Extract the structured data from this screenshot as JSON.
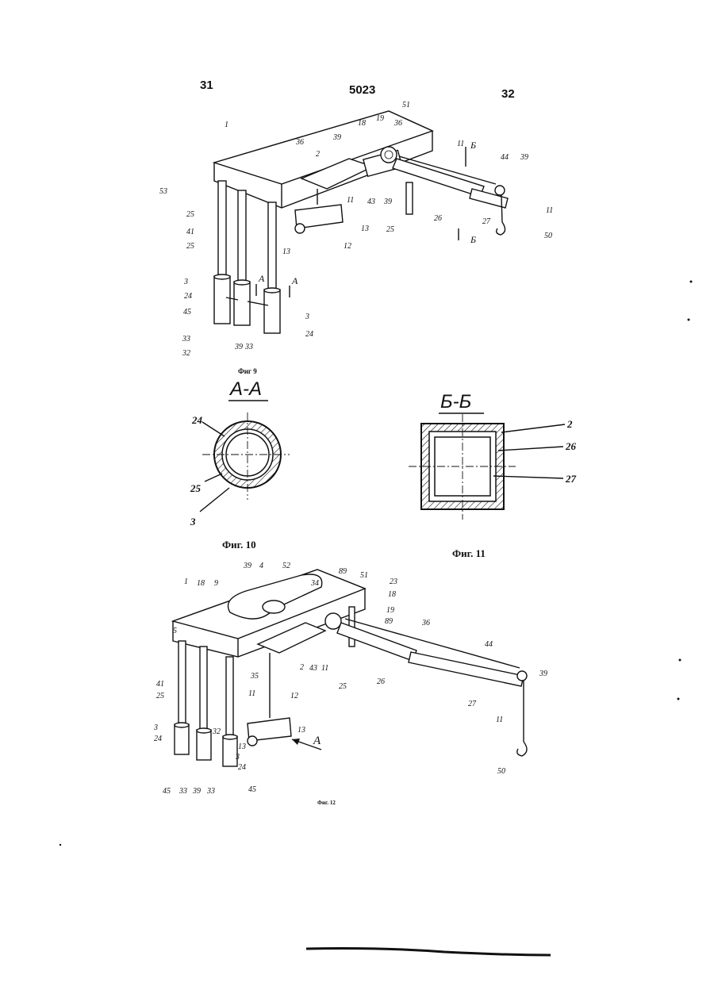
{
  "header": {
    "left_page": "31",
    "doc_number": "5023",
    "right_page": "32"
  },
  "figures": {
    "fig9": {
      "caption": "Фиг 9",
      "labels": [
        "1",
        "51",
        "2",
        "36",
        "39",
        "18",
        "19",
        "36",
        "11",
        "Б",
        "44",
        "39",
        "53",
        "25",
        "41",
        "25",
        "11",
        "13",
        "12",
        "13",
        "43",
        "39",
        "25",
        "26",
        "27",
        "11",
        "50",
        "Б",
        "3",
        "24",
        "45",
        "33",
        "32",
        "39",
        "33",
        "А",
        "А",
        "3",
        "24"
      ]
    },
    "fig10": {
      "section": "А-А",
      "caption": "Фиг. 10",
      "labels": [
        "24",
        "25",
        "3"
      ]
    },
    "fig11": {
      "section": "Б-Б",
      "caption": "Фиг. 11",
      "labels": [
        "2",
        "26",
        "27"
      ]
    },
    "fig12": {
      "caption": "Фиг. 12",
      "labels": [
        "1",
        "18",
        "9",
        "39",
        "4",
        "52",
        "89",
        "51",
        "23",
        "18",
        "19",
        "89",
        "34",
        "36",
        "44",
        "39",
        "5",
        "2",
        "43",
        "11",
        "25",
        "26",
        "27",
        "11",
        "50",
        "41",
        "25",
        "35",
        "11",
        "12",
        "13",
        "3",
        "24",
        "32",
        "13",
        "3",
        "24",
        "45",
        "33",
        "39",
        "33",
        "45",
        "А"
      ]
    }
  }
}
